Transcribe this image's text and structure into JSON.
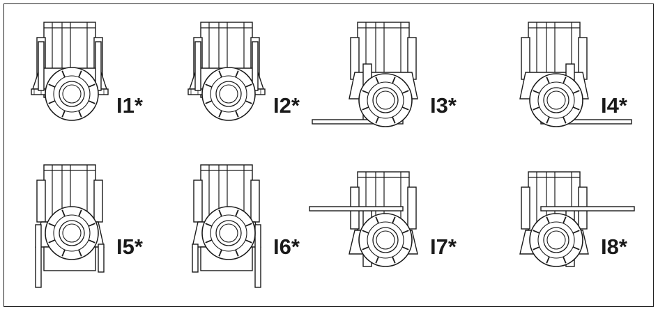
{
  "positions": [
    {
      "label": "I1*",
      "variant": "feet-bottom"
    },
    {
      "label": "I2*",
      "variant": "feet-bottom"
    },
    {
      "label": "I3*",
      "variant": "flange-bottom-left"
    },
    {
      "label": "I4*",
      "variant": "flange-bottom-right"
    },
    {
      "label": "I5*",
      "variant": "bracket-left"
    },
    {
      "label": "I6*",
      "variant": "bracket-right"
    },
    {
      "label": "I7*",
      "variant": "flange-top-left"
    },
    {
      "label": "I8*",
      "variant": "flange-top-right"
    }
  ],
  "colors": {
    "stroke": "#1a1a1a",
    "fill": "#ffffff"
  }
}
